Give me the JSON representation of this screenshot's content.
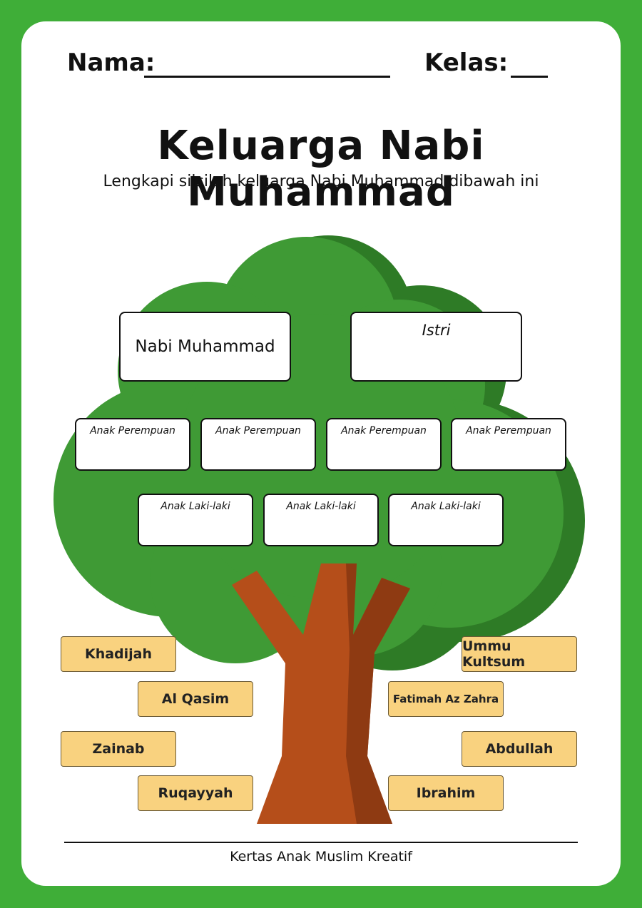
{
  "header": {
    "name_label": "Nama:",
    "class_label": "Kelas:"
  },
  "title": "Keluarga Nabi Muhammad",
  "subtitle": "Lengkapi silsilah keluarga Nabi Muhammad dibawah ini",
  "tree": {
    "prophet": "Nabi Muhammad",
    "wife": "Istri",
    "daughters": [
      "Anak Perempuan",
      "Anak Perempuan",
      "Anak Perempuan",
      "Anak Perempuan"
    ],
    "sons": [
      "Anak Laki-laki",
      "Anak Laki-laki",
      "Anak Laki-laki"
    ]
  },
  "chips": {
    "left": [
      "Khadijah",
      "Al Qasim",
      "Zainab",
      "Ruqayyah"
    ],
    "right": [
      "Ummu Kultsum",
      "Fatimah Az Zahra",
      "Abdullah",
      "Ibrahim"
    ]
  },
  "footer": "Kertas Anak Muslim Kreatif",
  "colors": {
    "border_green": "#3fae38",
    "foliage": "#3f9a35",
    "foliage_dark": "#2e7b26",
    "trunk": "#b54e1a",
    "chip": "#f9d27f"
  }
}
